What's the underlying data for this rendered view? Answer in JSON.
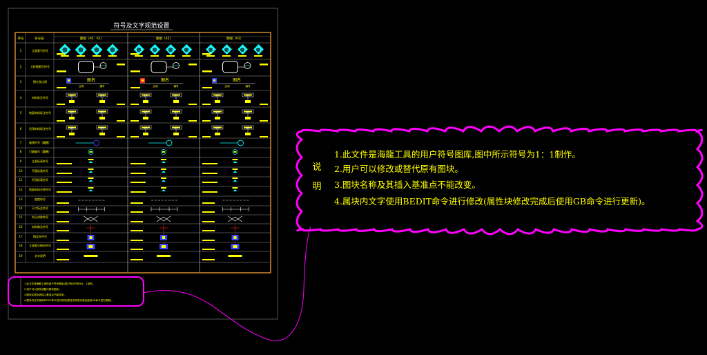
{
  "sheet": {
    "title": "符号及文字规范设置",
    "header": {
      "col_index": "序号",
      "col_name": "符号名",
      "groups": [
        "图幅（A0、A1）",
        "图幅（A2）",
        "图幅（A3）"
      ]
    },
    "rows": [
      {
        "no": "1",
        "name": "立面索引符号"
      },
      {
        "no": "2",
        "name": "大样图索引符号"
      },
      {
        "no": "3",
        "name": "图名及比例"
      },
      {
        "no": "4",
        "name": "材料标注符号"
      },
      {
        "no": "5",
        "name": "地面材料标注符号"
      },
      {
        "no": "6",
        "name": "吊顶材料标注符号"
      },
      {
        "no": "7",
        "name": "轴线符号（圆圈）"
      },
      {
        "no": "8",
        "name": "门窗编号（圆圈）"
      },
      {
        "no": "9",
        "name": "立面标高符号"
      },
      {
        "no": "10",
        "name": "平面标高符号"
      },
      {
        "no": "11",
        "name": "吊顶标高符号"
      },
      {
        "no": "12",
        "name": "地面材料分界符号"
      },
      {
        "no": "13",
        "name": "坡度符号"
      },
      {
        "no": "14",
        "name": "尺寸标注符号"
      },
      {
        "no": "15",
        "name": "中心对称符号"
      },
      {
        "no": "16",
        "name": "材料做法符号"
      },
      {
        "no": "17",
        "name": "指北针符号"
      },
      {
        "no": "18",
        "name": "立面索引指向符号"
      },
      {
        "no": "19",
        "name": "文字说明"
      }
    ],
    "symbol_labels": {
      "tu_ming": "图名",
      "bi_li": "比例",
      "bh": "编号"
    },
    "mini_notes": [
      "1.此文件是海龍工具的用户符号图库,图中所示符号为1：1制作。",
      "2.用户可以修改或替代原有图块。",
      "3.图块名称及其插入基准点不能改变。",
      "4.属块内文字使用BEDIT命令进行修改(属性块修改完成后使用GB命令进行更新)。"
    ]
  },
  "callout": {
    "label_chars": [
      "说",
      "明"
    ],
    "notes": [
      "1.此文件是海龍工具的用户符号图库,图中所示符号为1：1制作。",
      "2.用户可以修改或替代原有图块。",
      "3.图块名称及其插入基准点不能改变。",
      "4.属块内文字使用BEDIT命令进行修改(属性块修改完成后使用GB命令进行更新)。"
    ]
  },
  "colors": {
    "background": "#000000",
    "frame": "#C8802A",
    "grid": "#9A9A9A",
    "title": "#FFFFFF",
    "text": "#FFFF00",
    "cyan": "#00FFFF",
    "blue": "#3344FF",
    "magenta": "#FF00FF",
    "red": "#FF2222",
    "white": "#FFFFFF"
  }
}
